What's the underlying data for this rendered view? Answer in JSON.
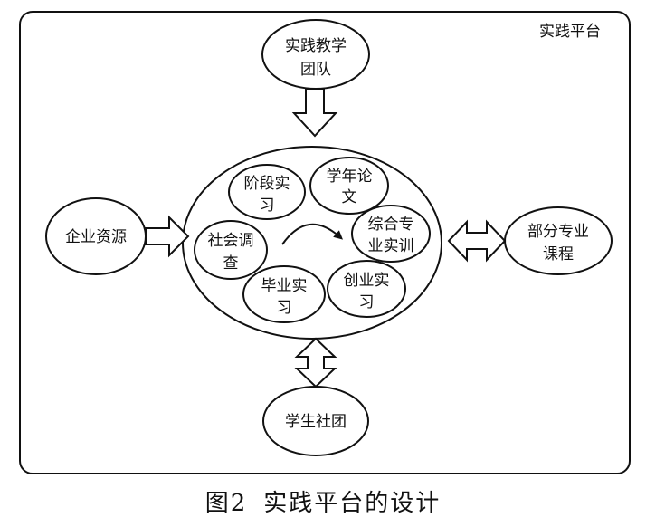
{
  "platform_label": "实践平台",
  "nodes": {
    "teaching_team": [
      "实践教学",
      "团队"
    ],
    "enterprise": [
      "企业资源"
    ],
    "partial_course": [
      "部分专业",
      "课程"
    ],
    "student_club": [
      "学生社团"
    ],
    "stage_internship": [
      "阶段实",
      "习"
    ],
    "annual_thesis": [
      "学年论",
      "文"
    ],
    "social_survey": [
      "社会调",
      "查"
    ],
    "comprehensive_training": [
      "综合专",
      "业实训"
    ],
    "graduation_internship": [
      "毕业实",
      "习"
    ],
    "startup_practice": [
      "创业实",
      "习"
    ]
  },
  "caption": {
    "figure_number": "图2",
    "title": "实践平台的设计"
  }
}
